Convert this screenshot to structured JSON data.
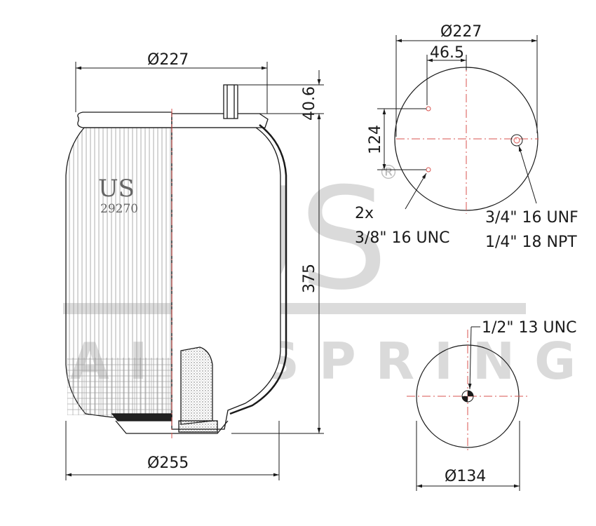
{
  "watermark": {
    "logo_letters": "US",
    "registered_mark": "®",
    "text": "AIR SPRING"
  },
  "product": {
    "brand": "US",
    "part_number": "29270"
  },
  "side_view": {
    "top_diameter": "Ø227",
    "bottom_diameter": "Ø255",
    "height": "375",
    "stud_height": "40.6"
  },
  "top_view": {
    "diameter": "Ø227",
    "offset": "46.5",
    "spacing": "124",
    "stud_qty": "2x",
    "stud_thread": "3/8\" 16 UNC",
    "port_thread_1": "3/4\" 16 UNF",
    "port_thread_2": "1/4\" 18 NPT"
  },
  "bottom_view": {
    "diameter": "Ø134",
    "thread": "1/2\" 13 UNC"
  },
  "colors": {
    "line": "#1a1a1a",
    "centerline": "#d9534f",
    "watermark": "#bdbdbd"
  }
}
